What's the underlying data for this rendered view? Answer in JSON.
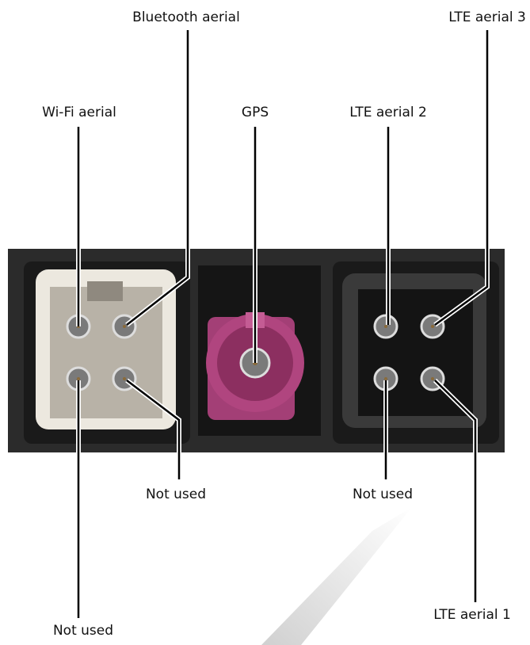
{
  "labels": {
    "bluetooth": "Bluetooth aerial",
    "wifi": "Wi-Fi aerial",
    "gps": "GPS",
    "lte2": "LTE aerial 2",
    "lte3": "LTE aerial 3",
    "not_used_white_right": "Not used",
    "not_used_white_left": "Not used",
    "not_used_black": "Not used",
    "lte1": "LTE aerial 1"
  },
  "colors": {
    "panel": "#2b2b2b",
    "white_connector": "#ece8df",
    "gps_connector": "#b0457f",
    "black_connector": "#3a3a3a",
    "pin": "#7a7a7a"
  }
}
